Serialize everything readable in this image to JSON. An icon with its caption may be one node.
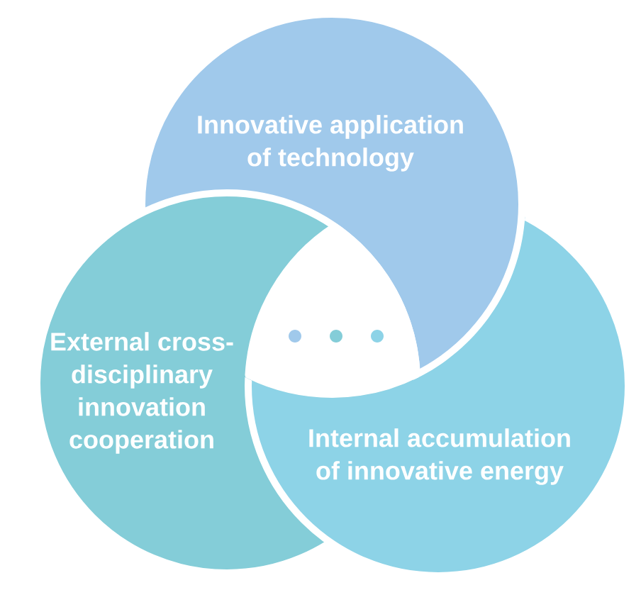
{
  "diagram": {
    "nodes": [
      {
        "text": [
          "Innovative application of technology"
        ]
      },
      {
        "text": [
          "External cross-disciplinary innovation cooperation"
        ]
      },
      {
        "text": [
          "Internal accumulation of innovative energy"
        ]
      }
    ]
  }
}
